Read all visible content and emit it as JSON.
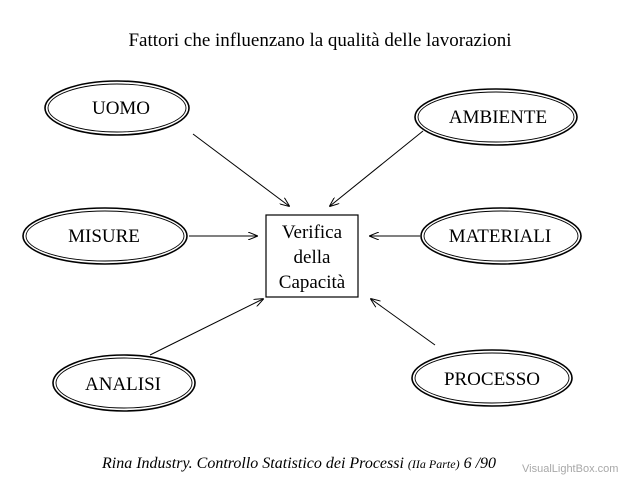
{
  "title": "Fattori che influenzano la qualità delle lavorazioni",
  "nodes": {
    "uomo": "UOMO",
    "ambiente": "AMBIENTE",
    "misure": "MISURE",
    "materiali": "MATERIALI",
    "analisi": "ANALISI",
    "processo": "PROCESSO"
  },
  "center": {
    "line1": "Verifica",
    "line2": "della",
    "line3": "Capacità"
  },
  "footer": {
    "main": "Rina Industry. Controllo Statistico dei Processi ",
    "part": "(IIa Parte)",
    "page": " 6 /90"
  },
  "watermark": "VisualLightBox.com"
}
